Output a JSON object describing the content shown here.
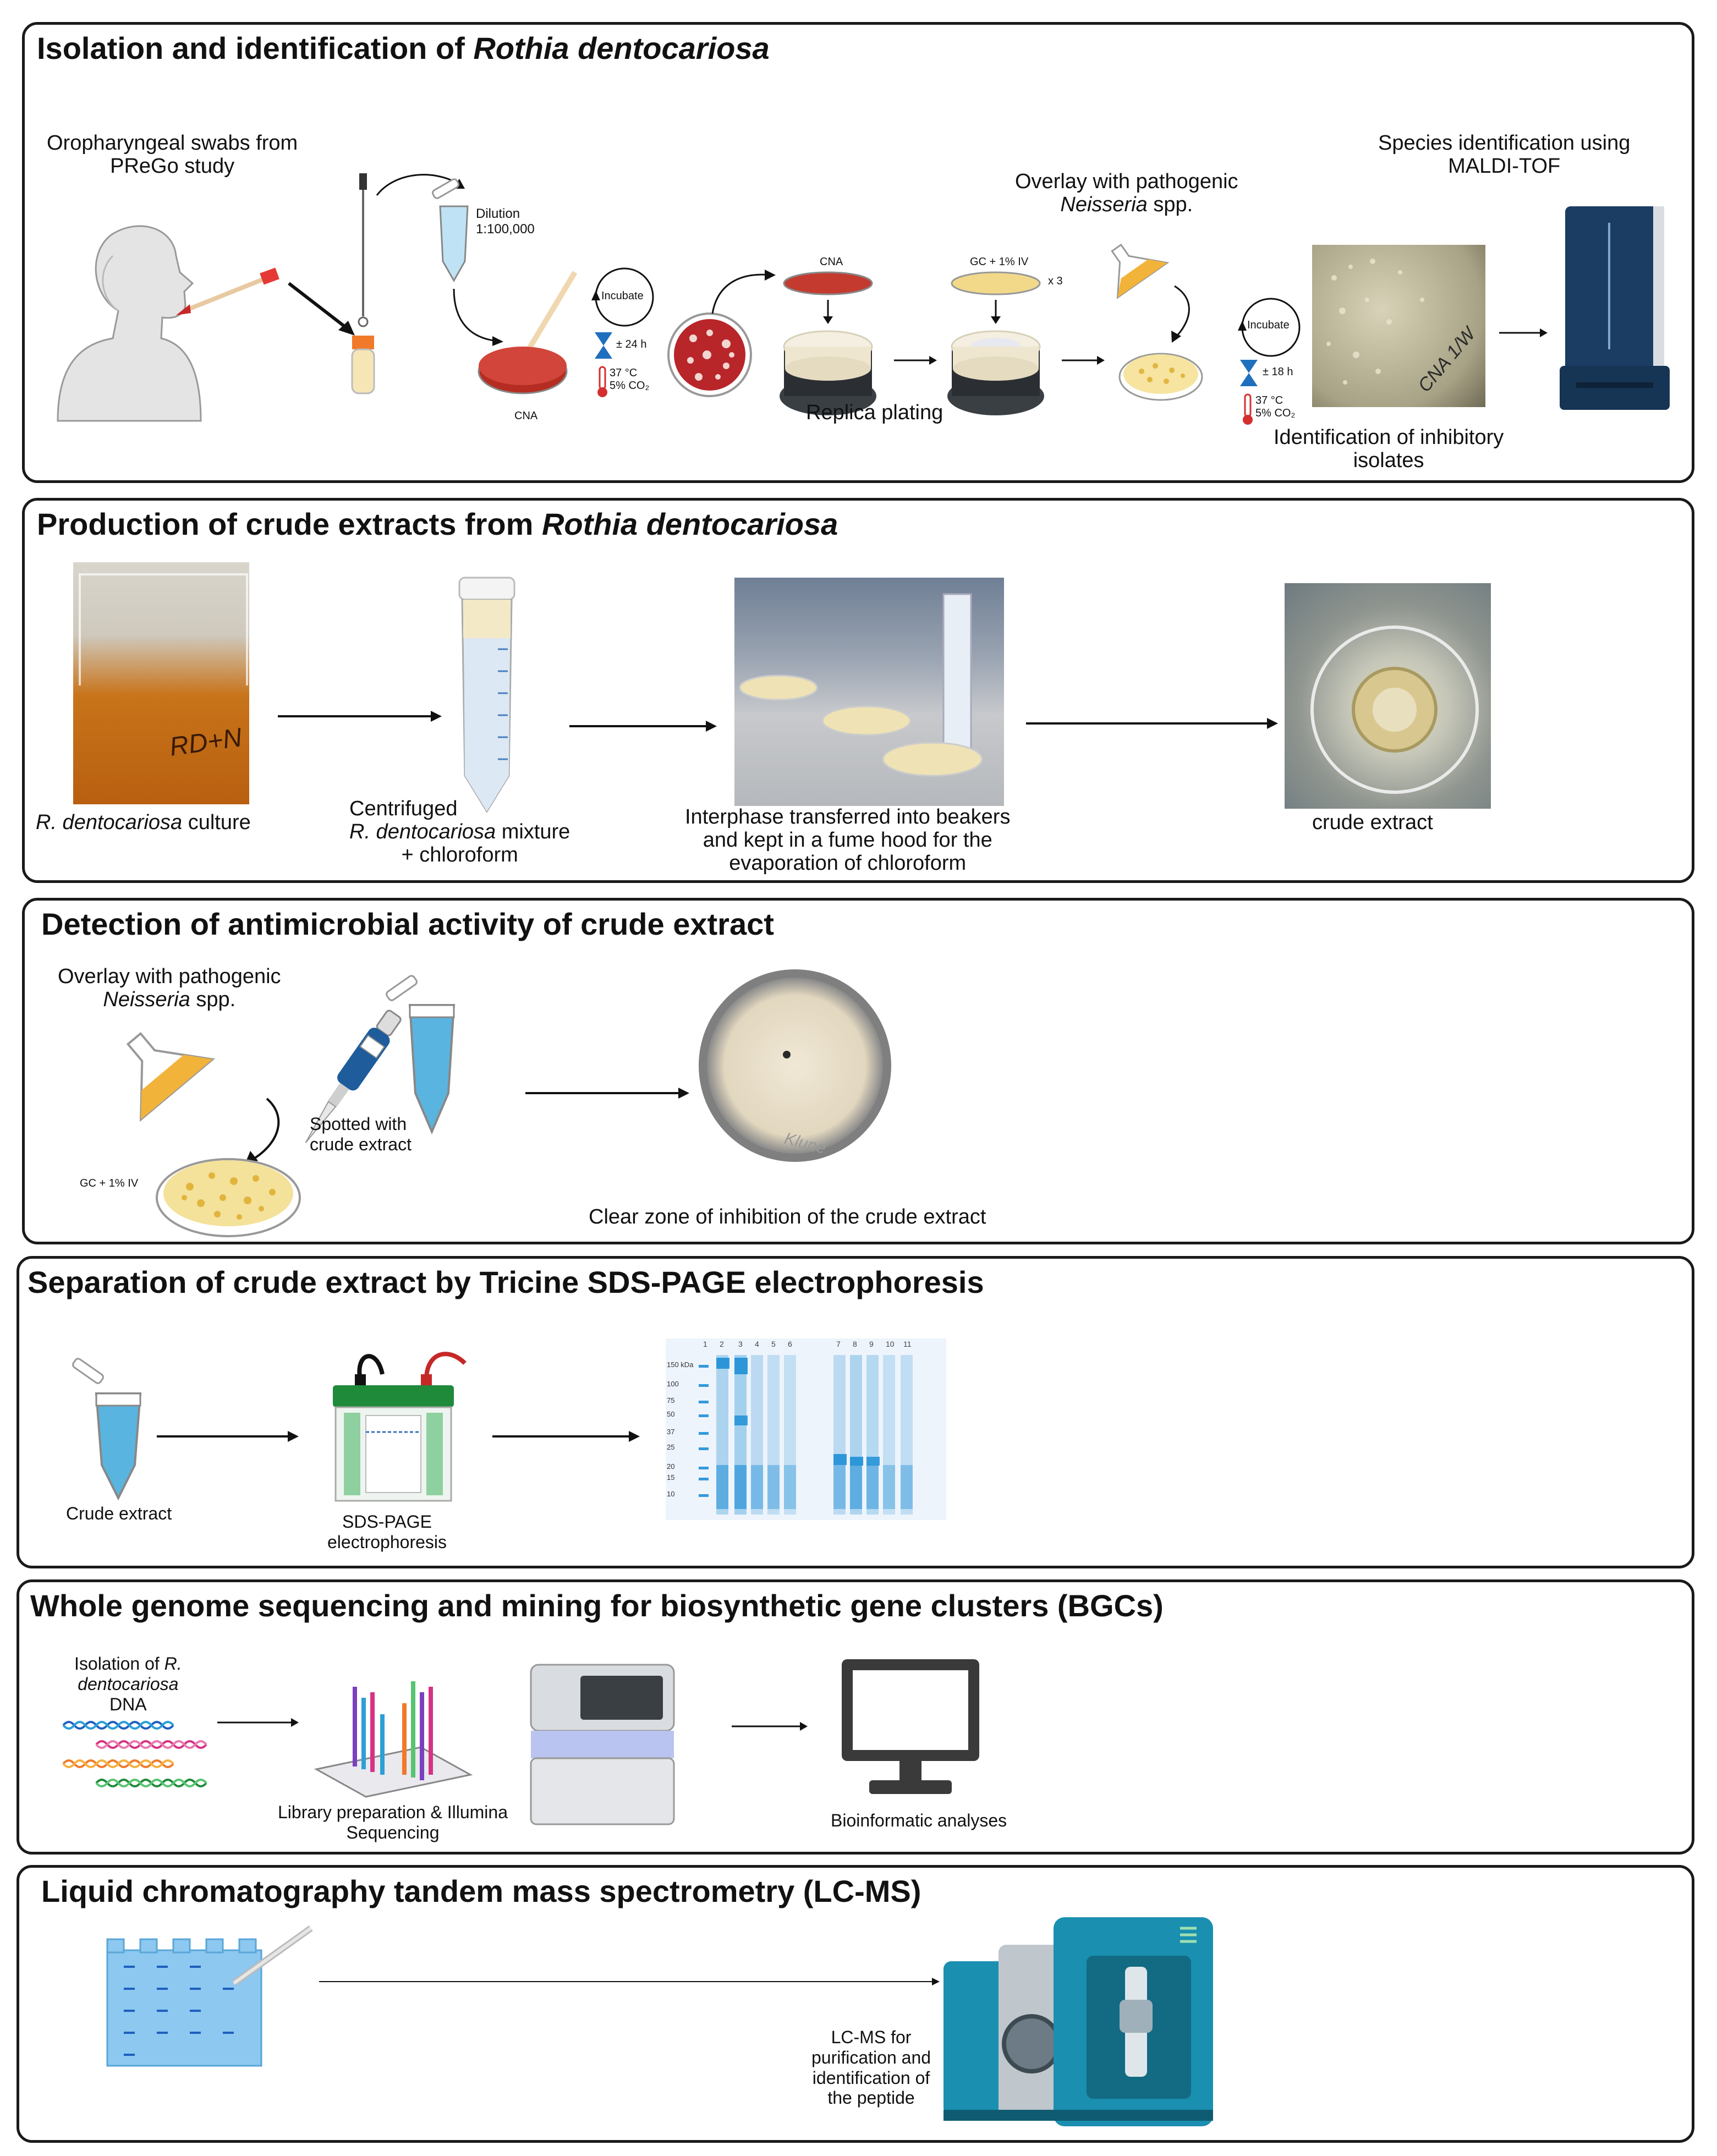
{
  "panels": {
    "p1": {
      "title_plain": "Isolation and identification of ",
      "title_italic": "Rothia dentocariosa",
      "swab_label_line1": "Oropharyngeal swabs from",
      "swab_label_line2": "PReGo study",
      "dilution_line1": "Dilution",
      "dilution_line2": "1:100,000",
      "cna_plate": "CNA",
      "incubate1": "Incubate",
      "time1": "± 24 h",
      "temp1": "37 °C",
      "co2_1": "5% CO₂",
      "cna_top": "CNA",
      "gc_top": "GC + 1% IV",
      "times3": "x 3",
      "replica": "Replica plating",
      "overlay_line1": "Overlay with pathogenic",
      "overlay_italic": "Neisseria",
      "overlay_rest": " spp.",
      "incubate2": "Incubate",
      "time2": "± 18 h",
      "temp2": "37 °C",
      "co2_2": "5% CO₂",
      "photo_text": "CNA 1/W",
      "inhib_line1": "Identification of inhibitory",
      "inhib_line2": "isolates",
      "maldi_line1": "Species identification using",
      "maldi_line2": "MALDI-TOF"
    },
    "p2": {
      "title_plain": "Production of crude extracts from ",
      "title_italic": "Rothia dentocariosa",
      "beaker_text": "RD+N",
      "culture_italic": "R. dentocariosa",
      "culture_rest": " culture",
      "centri_line1": "Centrifuged",
      "centri_italic": "R. dentocariosa",
      "centri_rest": " mixture",
      "centri_line3": "+ chloroform",
      "inter_line1": "Interphase transferred into beakers",
      "inter_line2": "and kept in a fume hood for the",
      "inter_line3": "evaporation of chloroform",
      "crude": "crude extract"
    },
    "p3": {
      "title": "Detection of antimicrobial activity of crude extract",
      "overlay_line1": "Overlay with pathogenic",
      "overlay_italic": "Neisseria",
      "overlay_rest": " spp.",
      "spotted_line1": "Spotted with",
      "spotted_line2": "crude extract",
      "gc_label": "GC + 1% IV",
      "plate_text": "Klune",
      "clear_zone": "Clear zone of inhibition of the crude extract"
    },
    "p4": {
      "title": "Separation of crude extract by Tricine SDS-PAGE electrophoresis",
      "crude": "Crude extract",
      "sds_line1": "SDS-PAGE",
      "sds_line2": "electrophoresis",
      "lanes": [
        "1",
        "2",
        "3",
        "4",
        "5",
        "6",
        "7",
        "8",
        "9",
        "10",
        "11"
      ],
      "markers": [
        "150 kDa",
        "100",
        "75",
        "50",
        "37",
        "25",
        "20",
        "15",
        "10"
      ]
    },
    "p5": {
      "title": "Whole genome sequencing and mining for biosynthetic gene clusters (BGCs)",
      "iso_line1_plain": "Isolation of ",
      "iso_line1_italic": "R.",
      "iso_line2_italic": "dentocariosa",
      "iso_line3": "DNA",
      "lib_line1": "Library preparation & Illumina",
      "lib_line2": "Sequencing",
      "bio": "Bioinformatic analyses"
    },
    "p6": {
      "title": "Liquid chromatography tandem mass spectrometry (LC-MS)",
      "lcms_line1": "LC-MS for",
      "lcms_line2": "purification and",
      "lcms_line3": "identification of",
      "lcms_line4": "the peptide"
    }
  },
  "colors": {
    "border": "#1a1a1a",
    "agar_red": "#c0392b",
    "agar_yellow": "#f3dc8a",
    "tube_blue": "#5ab4e0",
    "gel_blue": "#1f8fd6",
    "instrument_navy": "#1c3d63",
    "lcms_teal": "#1a8fb0",
    "culture_amber": "#c8741a"
  }
}
